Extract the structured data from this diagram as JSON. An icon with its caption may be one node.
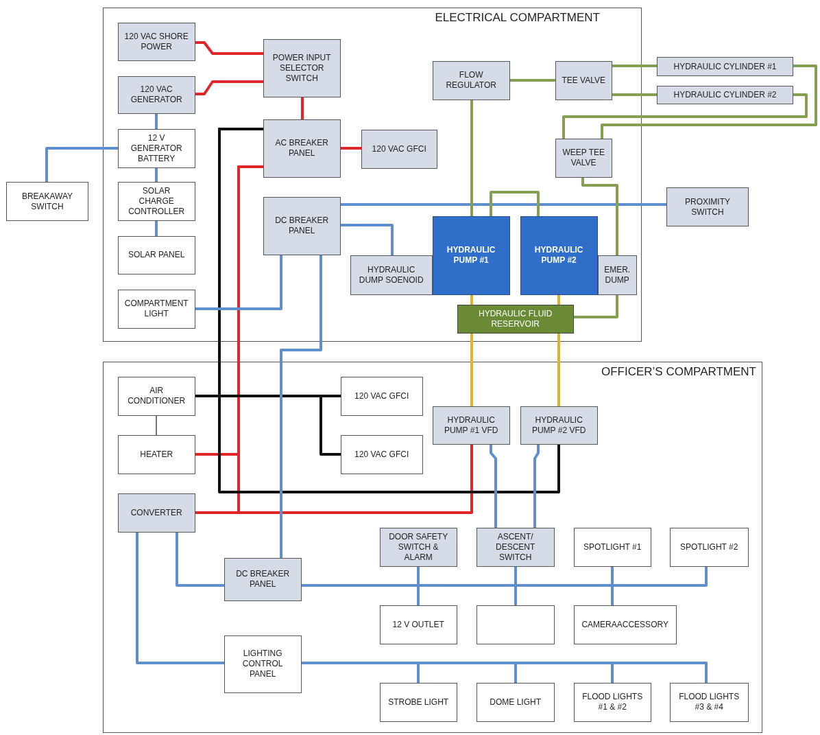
{
  "diagram": {
    "nodes": [
      {
        "text": [
          "ELECTRICAL COMPARTMENT"
        ]
      },
      {
        "text": [
          "BREAKAWAY SWITCH"
        ]
      },
      {
        "text": [
          "120 VAC SHORE POWER"
        ],
        "in": 0
      },
      {
        "text": [
          "120 VAC GENERATOR"
        ],
        "in": 0
      },
      {
        "text": [
          "12 V GENERATOR BATTERY"
        ],
        "in": 0
      },
      {
        "text": [
          "SOLAR CHARGE CONTROLLER"
        ],
        "in": 0
      },
      {
        "text": [
          "SOLAR PANEL"
        ],
        "in": 0
      },
      {
        "text": [
          "COMPARTMENT LIGHT"
        ],
        "in": 0
      },
      {
        "text": [
          "POWER INPUT SELECTOR SWITCH"
        ],
        "in": 0
      },
      {
        "text": [
          "AC BREAKER PANEL"
        ],
        "in": 0
      },
      {
        "text": [
          "120 VAC GFCI"
        ],
        "in": 0
      },
      {
        "text": [
          "DC BREAKER PANEL"
        ],
        "in": 0
      },
      {
        "text": [
          "FLOW REGULATOR"
        ],
        "in": 0
      },
      {
        "text": [
          "TEE VALVE"
        ],
        "in": 0
      },
      {
        "text": [
          "WEEP TEE VALVE"
        ],
        "in": 0
      },
      {
        "text": [
          "HYDRAULIC DUMP SOENOID"
        ],
        "in": 0
      },
      {
        "text": [
          "HYDRAULIC PUMP #1"
        ],
        "in": 0
      },
      {
        "text": [
          "HYDRAULIC PUMP #2"
        ],
        "in": 0
      },
      {
        "text": [
          "EMER. DUMP"
        ],
        "in": 0
      },
      {
        "text": [
          "HYDRAULIC FLUID RESERVOIR"
        ],
        "in": 0
      },
      {
        "text": [
          "HYDRAULIC CYLINDER #1"
        ]
      },
      {
        "text": [
          "HYDRAULIC CYLINDER #2"
        ]
      },
      {
        "text": [
          "PROXIMITY SWITCH"
        ]
      },
      {
        "text": [
          "OFFICER’S COMPARTMENT"
        ]
      },
      {
        "text": [
          "AIR CONDITIONER"
        ],
        "in": 23
      },
      {
        "text": [
          "HEATER"
        ],
        "in": 23
      },
      {
        "text": [
          "CONVERTER"
        ],
        "in": 23
      },
      {
        "text": [
          "120 VAC GFCI"
        ],
        "in": 23
      },
      {
        "text": [
          "120 VAC GFCI"
        ],
        "in": 23
      },
      {
        "text": [
          "HYDRAULIC PUMP #1 VFD"
        ],
        "in": 23
      },
      {
        "text": [
          "HYDRAULIC PUMP #2 VFD"
        ],
        "in": 23
      },
      {
        "text": [
          "DC BREAKER PANEL"
        ],
        "in": 23
      },
      {
        "text": [
          "LIGHTING CONTROL PANEL"
        ],
        "in": 23
      },
      {
        "text": [
          "DOOR SAFETY SWITCH & ALARM"
        ],
        "in": 23
      },
      {
        "text": [
          "ASCENT/ DESCENT SWITCH"
        ],
        "in": 23
      },
      {
        "text": [
          "SPOTLIGHT #1"
        ],
        "in": 23
      },
      {
        "text": [
          "SPOTLIGHT #2"
        ],
        "in": 23
      },
      {
        "text": [
          "12 V OUTLET"
        ],
        "in": 23
      },
      {
        "text": [],
        "shape": "box",
        "in": 23
      },
      {
        "text": [
          "CAMERAACCESSORY"
        ],
        "in": 23
      },
      {
        "text": [
          "STROBE LIGHT"
        ],
        "in": 23
      },
      {
        "text": [
          "DOME LIGHT"
        ],
        "in": 23
      },
      {
        "text": [
          "FLOOD LIGHTS #1 & #2"
        ],
        "in": 23
      },
      {
        "text": [
          "FLOOD LIGHTS #3 & #4"
        ],
        "in": 23
      }
    ],
    "edges": [
      {
        "from": 2,
        "to": 8,
        "arrow": "none",
        "color": "#e0262a"
      },
      {
        "from": 3,
        "to": 8,
        "arrow": "none",
        "color": "#e0262a"
      },
      {
        "from": 8,
        "to": 9,
        "arrow": "none",
        "color": "#e0262a"
      },
      {
        "from": 9,
        "to": 10,
        "arrow": "none",
        "color": "#e0262a"
      },
      {
        "from": 9,
        "to": 25,
        "arrow": "none",
        "color": "#e0262a"
      },
      {
        "from": 9,
        "to": 26,
        "arrow": "none",
        "color": "#e0262a"
      },
      {
        "from": 9,
        "to": 29,
        "arrow": "none",
        "color": "#e0262a"
      },
      {
        "from": 9,
        "to": 24,
        "arrow": "none",
        "color": "#111111"
      },
      {
        "from": 9,
        "to": 27,
        "arrow": "none",
        "color": "#111111"
      },
      {
        "from": 9,
        "to": 28,
        "arrow": "none",
        "color": "#111111"
      },
      {
        "from": 9,
        "to": 30,
        "arrow": "none",
        "color": "#111111"
      },
      {
        "from": 24,
        "to": 25,
        "arrow": "none",
        "color": "#444444"
      },
      {
        "from": 3,
        "to": 4,
        "arrow": "none",
        "color": "#5e8fcc"
      },
      {
        "from": 4,
        "to": 1,
        "arrow": "none",
        "color": "#5e8fcc"
      },
      {
        "from": 4,
        "to": 5,
        "arrow": "none",
        "color": "#5e8fcc"
      },
      {
        "from": 5,
        "to": 6,
        "arrow": "none",
        "color": "#5e8fcc"
      },
      {
        "from": 11,
        "to": 7,
        "arrow": "none",
        "color": "#5e8fcc"
      },
      {
        "from": 11,
        "to": 22,
        "arrow": "none",
        "color": "#5e8fcc"
      },
      {
        "from": 11,
        "to": 15,
        "arrow": "none",
        "color": "#5e8fcc"
      },
      {
        "from": 11,
        "to": 31,
        "arrow": "none",
        "color": "#5e8fcc"
      },
      {
        "from": 26,
        "to": 31,
        "arrow": "none",
        "color": "#5e8fcc"
      },
      {
        "from": 26,
        "to": 32,
        "arrow": "none",
        "color": "#5e8fcc"
      },
      {
        "from": 31,
        "to": 33,
        "arrow": "none",
        "color": "#5e8fcc"
      },
      {
        "from": 31,
        "to": 37,
        "arrow": "none",
        "color": "#5e8fcc"
      },
      {
        "from": 31,
        "to": 34,
        "arrow": "none",
        "color": "#5e8fcc"
      },
      {
        "from": 31,
        "to": 38,
        "arrow": "none",
        "color": "#5e8fcc"
      },
      {
        "from": 31,
        "to": 35,
        "arrow": "none",
        "color": "#5e8fcc"
      },
      {
        "from": 31,
        "to": 39,
        "arrow": "none",
        "color": "#5e8fcc"
      },
      {
        "from": 31,
        "to": 36,
        "arrow": "none",
        "color": "#5e8fcc"
      },
      {
        "from": 32,
        "to": 40,
        "arrow": "none",
        "color": "#5e8fcc"
      },
      {
        "from": 32,
        "to": 41,
        "arrow": "none",
        "color": "#5e8fcc"
      },
      {
        "from": 32,
        "to": 42,
        "arrow": "none",
        "color": "#5e8fcc"
      },
      {
        "from": 32,
        "to": 43,
        "arrow": "none",
        "color": "#5e8fcc"
      },
      {
        "from": 29,
        "to": 34,
        "arrow": "none",
        "color": "#5e8fcc"
      },
      {
        "from": 30,
        "to": 34,
        "arrow": "none",
        "color": "#5e8fcc"
      },
      {
        "from": 12,
        "to": 13,
        "arrow": "none",
        "color": "#85a052"
      },
      {
        "from": 12,
        "to": 16,
        "arrow": "none",
        "color": "#85a052"
      },
      {
        "from": 13,
        "to": 20,
        "arrow": "none",
        "color": "#85a052"
      },
      {
        "from": 13,
        "to": 21,
        "arrow": "none",
        "color": "#85a052"
      },
      {
        "from": 20,
        "to": 14,
        "arrow": "none",
        "color": "#85a052"
      },
      {
        "from": 21,
        "to": 14,
        "arrow": "none",
        "color": "#85a052"
      },
      {
        "from": 16,
        "to": 17,
        "arrow": "none",
        "color": "#85a052"
      },
      {
        "from": 14,
        "to": 18,
        "arrow": "none",
        "color": "#85a052"
      },
      {
        "from": 18,
        "to": 19,
        "arrow": "none",
        "color": "#85a052"
      },
      {
        "from": 16,
        "to": 19,
        "arrow": "none",
        "color": "#e2b32a"
      },
      {
        "from": 17,
        "to": 19,
        "arrow": "none",
        "color": "#e2b32a"
      },
      {
        "from": 19,
        "to": 29,
        "arrow": "none",
        "color": "#e2b32a"
      },
      {
        "from": 19,
        "to": 30,
        "arrow": "none",
        "color": "#e2b32a"
      }
    ]
  }
}
